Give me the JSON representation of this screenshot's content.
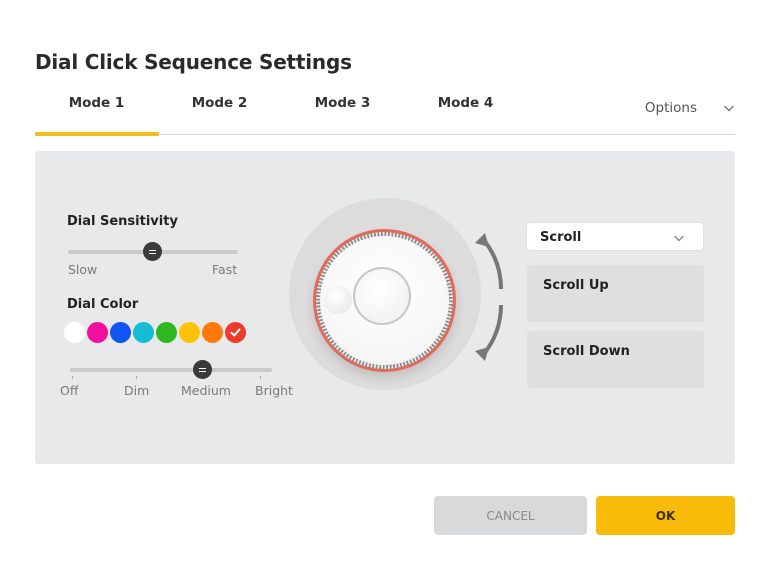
{
  "dialog": {
    "title": "Dial Click Sequence Settings"
  },
  "tabs": [
    {
      "label": "Mode 1",
      "active": true
    },
    {
      "label": "Mode 2",
      "active": false
    },
    {
      "label": "Mode 3",
      "active": false
    },
    {
      "label": "Mode 4",
      "active": false
    }
  ],
  "options": {
    "label": "Options",
    "icon": "chevron-down-icon"
  },
  "sensitivity": {
    "label": "Dial Sensitivity",
    "min_label": "Slow",
    "max_label": "Fast",
    "value_percent": 50
  },
  "dial_color": {
    "label": "Dial Color",
    "swatches": [
      {
        "name": "white",
        "color": "#ffffff"
      },
      {
        "name": "magenta",
        "color": "#f20fa0"
      },
      {
        "name": "blue",
        "color": "#1155f0"
      },
      {
        "name": "cyan",
        "color": "#14bcd6"
      },
      {
        "name": "green",
        "color": "#2db822"
      },
      {
        "name": "yellow",
        "color": "#ffc107"
      },
      {
        "name": "orange",
        "color": "#ff7a0a"
      },
      {
        "name": "red",
        "color": "#ef3b2c",
        "selected": true
      }
    ],
    "selected_icon": "check-icon"
  },
  "brightness": {
    "levels": [
      "Off",
      "Dim",
      "Medium",
      "Bright"
    ],
    "selected": "Medium"
  },
  "dial_graphic": {
    "ring_color": "#e26a5a",
    "rotate_icons": [
      "rotate-up-arrow-icon",
      "rotate-down-arrow-icon"
    ]
  },
  "action": {
    "selected": "Scroll",
    "icon": "chevron-down-icon",
    "up_label": "Scroll Up",
    "down_label": "Scroll Down"
  },
  "footer": {
    "cancel_label": "CANCEL",
    "ok_label": "OK"
  },
  "colors": {
    "accent": "#f8bb0a",
    "panel_bg": "#e8e9ea"
  }
}
